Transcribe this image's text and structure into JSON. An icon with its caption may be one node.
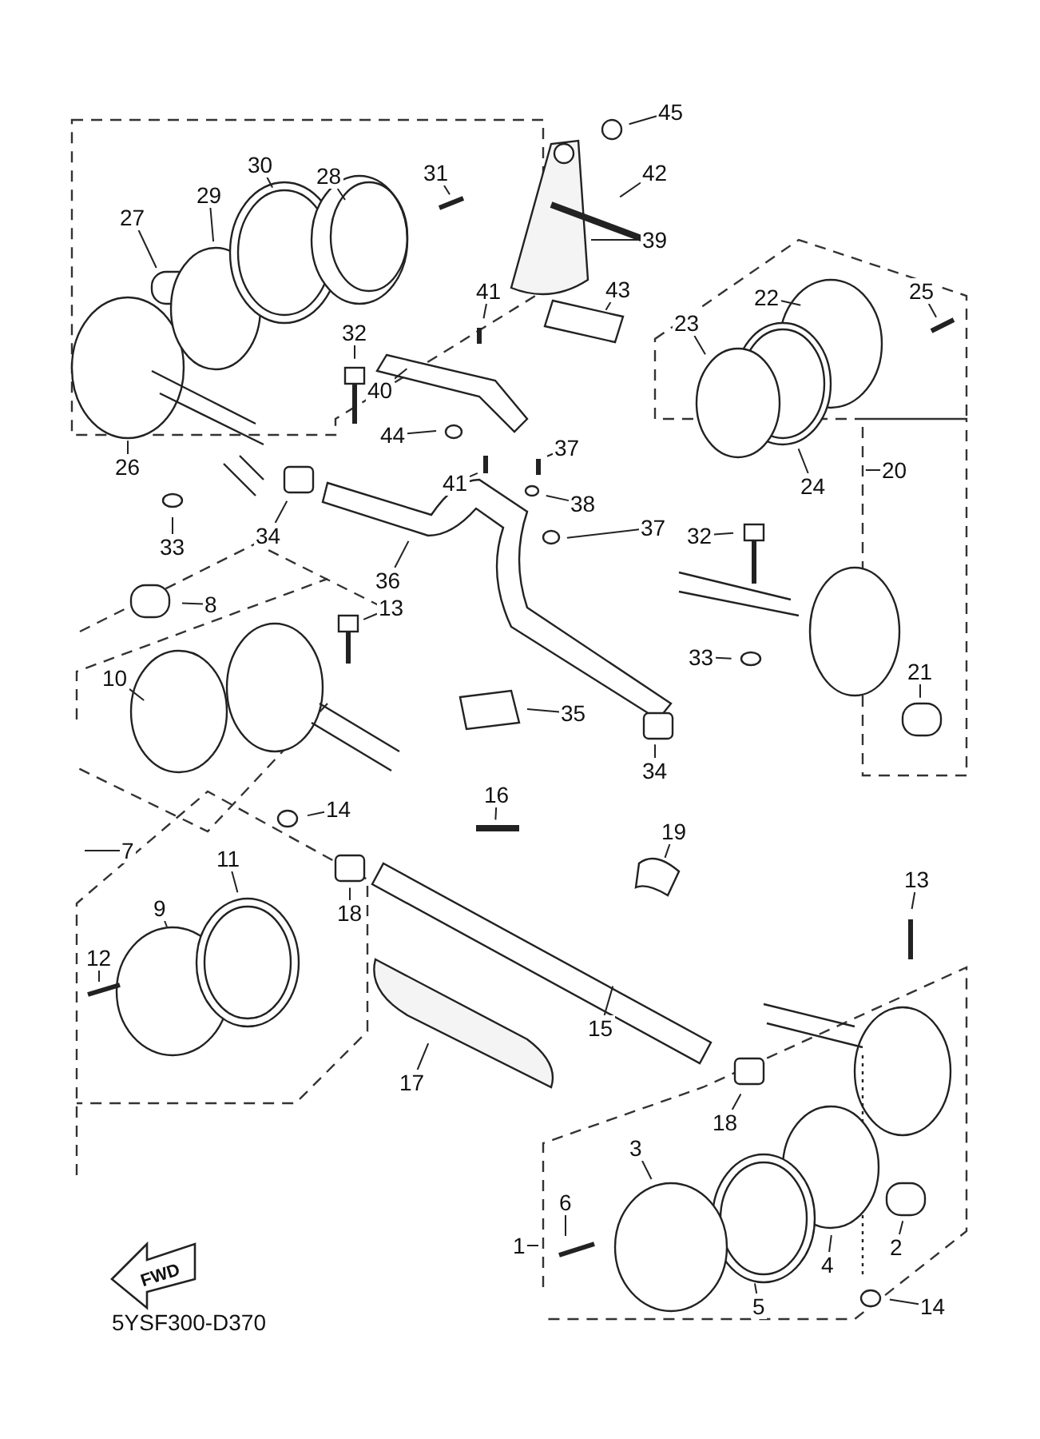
{
  "diagram": {
    "nodes": [
      {
        "text": [
          "45"
        ]
      },
      {
        "text": [
          "28"
        ]
      },
      {
        "text": [
          "30"
        ]
      },
      {
        "text": [
          "42"
        ]
      },
      {
        "text": [
          "31"
        ]
      },
      {
        "text": [
          "29"
        ]
      },
      {
        "text": [
          "27"
        ]
      },
      {
        "text": [
          "39"
        ]
      },
      {
        "text": [
          "43"
        ]
      },
      {
        "text": [
          "41"
        ]
      },
      {
        "text": [
          "22"
        ]
      },
      {
        "text": [
          "25"
        ]
      },
      {
        "text": [
          "23"
        ]
      },
      {
        "text": [
          "32"
        ]
      },
      {
        "text": [
          "40"
        ]
      },
      {
        "text": [
          "44"
        ]
      },
      {
        "text": [
          "20"
        ]
      },
      {
        "text": [
          "24"
        ]
      },
      {
        "text": [
          "26"
        ]
      },
      {
        "text": [
          "41"
        ]
      },
      {
        "text": [
          "37"
        ]
      },
      {
        "text": [
          "38"
        ]
      },
      {
        "text": [
          "33"
        ]
      },
      {
        "text": [
          "34"
        ]
      },
      {
        "text": [
          "36"
        ]
      },
      {
        "text": [
          "37"
        ]
      },
      {
        "text": [
          "32"
        ]
      },
      {
        "text": [
          "13"
        ]
      },
      {
        "text": [
          "8"
        ]
      },
      {
        "text": [
          "33"
        ]
      },
      {
        "text": [
          "10"
        ]
      },
      {
        "text": [
          "21"
        ]
      },
      {
        "text": [
          "35"
        ]
      },
      {
        "text": [
          "34"
        ]
      },
      {
        "text": [
          "14"
        ]
      },
      {
        "text": [
          "16"
        ]
      },
      {
        "text": [
          "19"
        ]
      },
      {
        "text": [
          "7"
        ]
      },
      {
        "text": [
          "18"
        ]
      },
      {
        "text": [
          "11"
        ]
      },
      {
        "text": [
          "9"
        ]
      },
      {
        "text": [
          "13"
        ]
      },
      {
        "text": [
          "12"
        ]
      },
      {
        "text": [
          "15"
        ]
      },
      {
        "text": [
          "17"
        ]
      },
      {
        "text": [
          "18"
        ]
      },
      {
        "text": [
          "3"
        ]
      },
      {
        "text": [
          "6"
        ]
      },
      {
        "text": [
          "1"
        ]
      },
      {
        "text": [
          "4"
        ]
      },
      {
        "text": [
          "2"
        ]
      },
      {
        "text": [
          "5"
        ]
      },
      {
        "text": [
          "14"
        ]
      }
    ],
    "edges": [
      {
        "from": 0,
        "to": null,
        "arrow": "none"
      },
      {
        "from": 1,
        "to": null,
        "arrow": "none"
      },
      {
        "from": 2,
        "to": null,
        "arrow": "none"
      },
      {
        "from": 3,
        "to": null,
        "arrow": "none"
      },
      {
        "from": 4,
        "to": null,
        "arrow": "none"
      },
      {
        "from": 5,
        "to": null,
        "arrow": "none"
      },
      {
        "from": 6,
        "to": null,
        "arrow": "none"
      },
      {
        "from": 7,
        "to": null,
        "arrow": "none"
      },
      {
        "from": 8,
        "to": null,
        "arrow": "none"
      },
      {
        "from": 9,
        "to": null,
        "arrow": "none"
      },
      {
        "from": 10,
        "to": null,
        "arrow": "none"
      },
      {
        "from": 11,
        "to": null,
        "arrow": "none"
      },
      {
        "from": 12,
        "to": null,
        "arrow": "none"
      },
      {
        "from": 13,
        "to": null,
        "arrow": "none"
      },
      {
        "from": 14,
        "to": null,
        "arrow": "none"
      },
      {
        "from": 15,
        "to": null,
        "arrow": "none"
      },
      {
        "from": 16,
        "to": null,
        "arrow": "none"
      },
      {
        "from": 17,
        "to": null,
        "arrow": "none"
      },
      {
        "from": 18,
        "to": null,
        "arrow": "none"
      },
      {
        "from": 19,
        "to": null,
        "arrow": "none"
      },
      {
        "from": 20,
        "to": null,
        "arrow": "none"
      },
      {
        "from": 21,
        "to": null,
        "arrow": "none"
      },
      {
        "from": 22,
        "to": null,
        "arrow": "none"
      },
      {
        "from": 23,
        "to": null,
        "arrow": "none"
      },
      {
        "from": 24,
        "to": null,
        "arrow": "none"
      },
      {
        "from": 25,
        "to": null,
        "arrow": "none"
      },
      {
        "from": 26,
        "to": null,
        "arrow": "none"
      },
      {
        "from": 27,
        "to": null,
        "arrow": "none"
      },
      {
        "from": 28,
        "to": null,
        "arrow": "none"
      },
      {
        "from": 29,
        "to": null,
        "arrow": "none"
      },
      {
        "from": 30,
        "to": null,
        "arrow": "none"
      },
      {
        "from": 31,
        "to": null,
        "arrow": "none"
      },
      {
        "from": 32,
        "to": null,
        "arrow": "none"
      },
      {
        "from": 33,
        "to": null,
        "arrow": "none"
      },
      {
        "from": 34,
        "to": null,
        "arrow": "none"
      },
      {
        "from": 35,
        "to": null,
        "arrow": "none"
      },
      {
        "from": 36,
        "to": null,
        "arrow": "none"
      },
      {
        "from": 37,
        "to": null,
        "arrow": "none"
      },
      {
        "from": 38,
        "to": null,
        "arrow": "none"
      },
      {
        "from": 39,
        "to": null,
        "arrow": "none"
      },
      {
        "from": 40,
        "to": null,
        "arrow": "none"
      },
      {
        "from": 41,
        "to": null,
        "arrow": "none"
      },
      {
        "from": 42,
        "to": null,
        "arrow": "none"
      },
      {
        "from": 43,
        "to": null,
        "arrow": "none"
      },
      {
        "from": 44,
        "to": null,
        "arrow": "none"
      },
      {
        "from": 45,
        "to": null,
        "arrow": "none"
      },
      {
        "from": 46,
        "to": null,
        "arrow": "none"
      },
      {
        "from": 47,
        "to": null,
        "arrow": "none"
      },
      {
        "from": 48,
        "to": null,
        "arrow": "none"
      },
      {
        "from": 49,
        "to": null,
        "arrow": "none"
      },
      {
        "from": 50,
        "to": null,
        "arrow": "none"
      },
      {
        "from": 51,
        "to": null,
        "arrow": "none"
      },
      {
        "from": 52,
        "to": null,
        "arrow": "none"
      }
    ],
    "labels": [
      "FWD",
      "5YSF300-D370"
    ]
  }
}
